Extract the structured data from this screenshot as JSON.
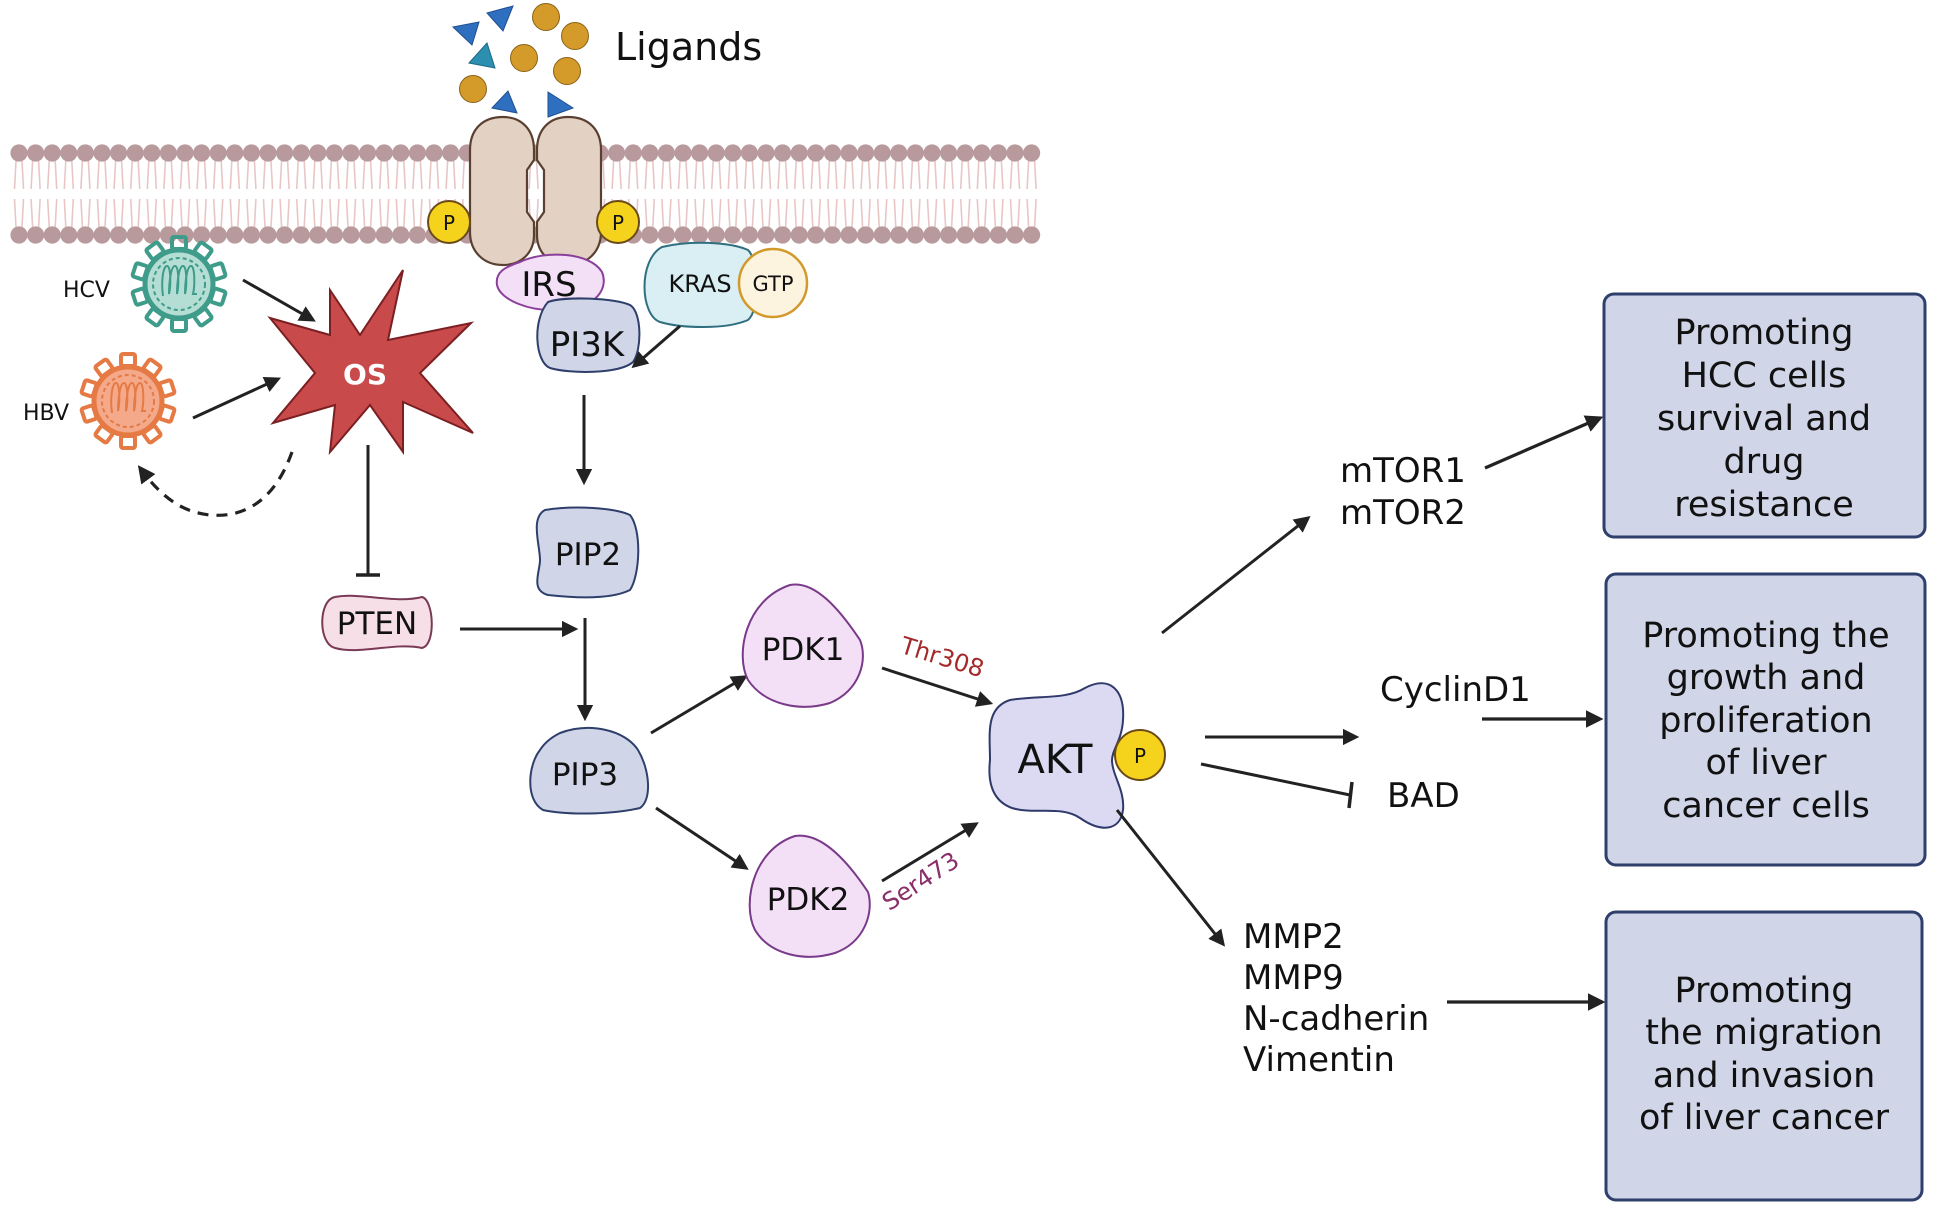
{
  "figure": {
    "title_labels": {
      "ligands": "Ligands"
    },
    "phospho": "P",
    "membrane_receptor": {
      "adaptor": "IRS",
      "kinase": "PI3K"
    },
    "kras": {
      "label": "KRAS",
      "bound": "GTP"
    },
    "viruses": [
      {
        "label": "HCV",
        "color": "#3f9c8a",
        "fill": "#b4ddd4"
      },
      {
        "label": "HBV",
        "color": "#e57a45",
        "fill": "#f4a98a"
      }
    ],
    "stress": {
      "label": "OS",
      "color": "#c94a4b"
    },
    "nodes": {
      "pten": "PTEN",
      "pip2": "PIP2",
      "pip3": "PIP3",
      "pdk1": "PDK1",
      "pdk2": "PDK2",
      "akt": "AKT"
    },
    "sites": {
      "thr308": "Thr308",
      "ser473": "Ser473"
    },
    "targets": {
      "mtor": [
        "mTOR1",
        "mTOR2"
      ],
      "cyclin": "CyclinD1",
      "bad": "BAD",
      "emt": [
        "MMP2",
        "MMP9",
        "N-cadherin",
        "Vimentin"
      ]
    },
    "outcomes": [
      {
        "lines": [
          "Promoting",
          "HCC cells",
          "survival and",
          "drug",
          "resistance"
        ]
      },
      {
        "lines": [
          "Promoting the",
          "growth and",
          "proliferation",
          "of liver",
          "cancer cells"
        ]
      },
      {
        "lines": [
          "Promoting",
          "the migration",
          "and invasion",
          "of liver cancer"
        ]
      }
    ],
    "colors": {
      "membrane_head": "#b89a9c",
      "membrane_tail": "#e9c6c6",
      "receptor_fill": "#e3d2c4",
      "receptor_stroke": "#5a4030",
      "phospho_fill": "#f5d21c",
      "lavender_node": "#d0d5e8",
      "pink_node": "#f3e0f7",
      "outcome_box": "#d0d5e8",
      "outcome_border": "#2e3f6b",
      "arrow": "#222222",
      "thr308": "#a32a2a",
      "ser473": "#8a2f6b"
    }
  }
}
